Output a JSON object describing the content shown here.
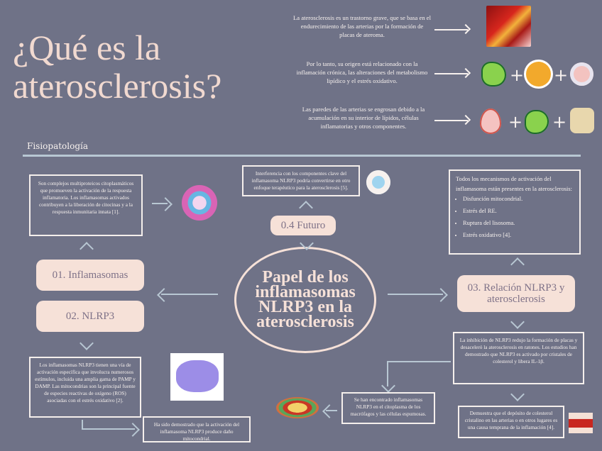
{
  "title": "¿Qué es la aterosclerosis?",
  "intro": [
    "La aterosclerosis es un trastorno grave, que se basa en el endurecimiento de las arterias por la formación de placas de ateroma.",
    "Por lo tanto, su origen está relacionado con la inflamación crónica, las alteraciones del metabolismo lipídico y el estrés oxidativo.",
    "Las paredes de las arterias se engrosan debido a la acumulación en su interior de lípidos, células inflamatorias y otros componentes."
  ],
  "section_title": "Fisiopatología",
  "center_title": "Papel de los inflamasomas NLRP3 en la aterosclerosis",
  "pills": {
    "inflamasomas": "01. Inflamasomas",
    "nlrp3": "02. NLRP3",
    "relacion": "03. Relación NLRP3 y aterosclerosis",
    "futuro": "0.4 Futuro"
  },
  "boxes": {
    "inflamasomas_desc": "Son complejos multiproteicos citoplasmáticos que promueven la activación de la respuesta inflamatoria. Los inflamasomas activados contribuyen a la liberación de citocinas y a la respuesta inmunitaria innata [1].",
    "nlrp3_desc": "Los inflamasomas NLRP3 tienen una vía de activación específica que involucra numerosos estímulos, incluida una amplia gama de PAMP y DAMP. Las mitocondrias son la principal fuente de especies reactivas de oxígeno (ROS) asociadas con el estrés oxidativo [2].",
    "mitocondrial": "Ha sido demostrado que la activación del inflamasoma NLRP3 produce daño mitocondrial.",
    "macrofagos": "Se han encontrado inflamasomas NLRP3 en el citoplasma de los macrófagos y las células espumosas.",
    "inhibicion": "La inhibición de NLRP3 redujo la formación de placas y desaceleró la aterosclerosis en ratones. Los estudios han demostrado que NLRP3 es activado por cristales de colesterol y libera IL-1β.",
    "colesterol": "Demuestra que el depósito de colesterol cristalino en las arterias o en otros lugares es una causa temprana de la inflamación [4].",
    "futuro_desc": "Interferencia con los componentes clave del inflamasoma NLRP3 podría convertirse en otro enfoque terapéutico para la aterosclerosis [5].",
    "mecanismos_intro": "Todos los mecanismos de activación del inflamasoma están presentes en la aterosclerosis:",
    "mecanismos": [
      "Disfunción mitocondrial.",
      "Estrés del RE.",
      "Ruptura del lisosoma.",
      "Estrés oxidativo [4]."
    ]
  },
  "icons": {
    "plus": "+"
  }
}
